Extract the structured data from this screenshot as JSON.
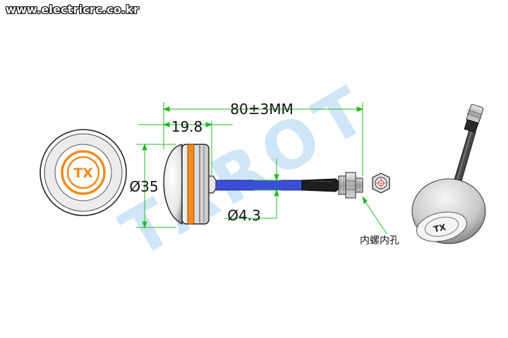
{
  "header": {
    "site_url": "www.electricrc.co.kr"
  },
  "watermark": {
    "brand": "TAROT"
  },
  "dimensions": {
    "total_length": "80±3MM",
    "cap_height": "19.8",
    "cap_diameter": "Ø35",
    "cable_diameter": "Ø4.3"
  },
  "labels": {
    "connector_note": "内螺内孔",
    "cap_marking_front": "TX",
    "cap_marking_render": "TX"
  },
  "colors": {
    "dimension_line": "#22bb22",
    "cable": "#3a4fd8",
    "accent_orange": "#f28a1e",
    "watermark": "#cfe6f8",
    "outline": "#222222"
  }
}
